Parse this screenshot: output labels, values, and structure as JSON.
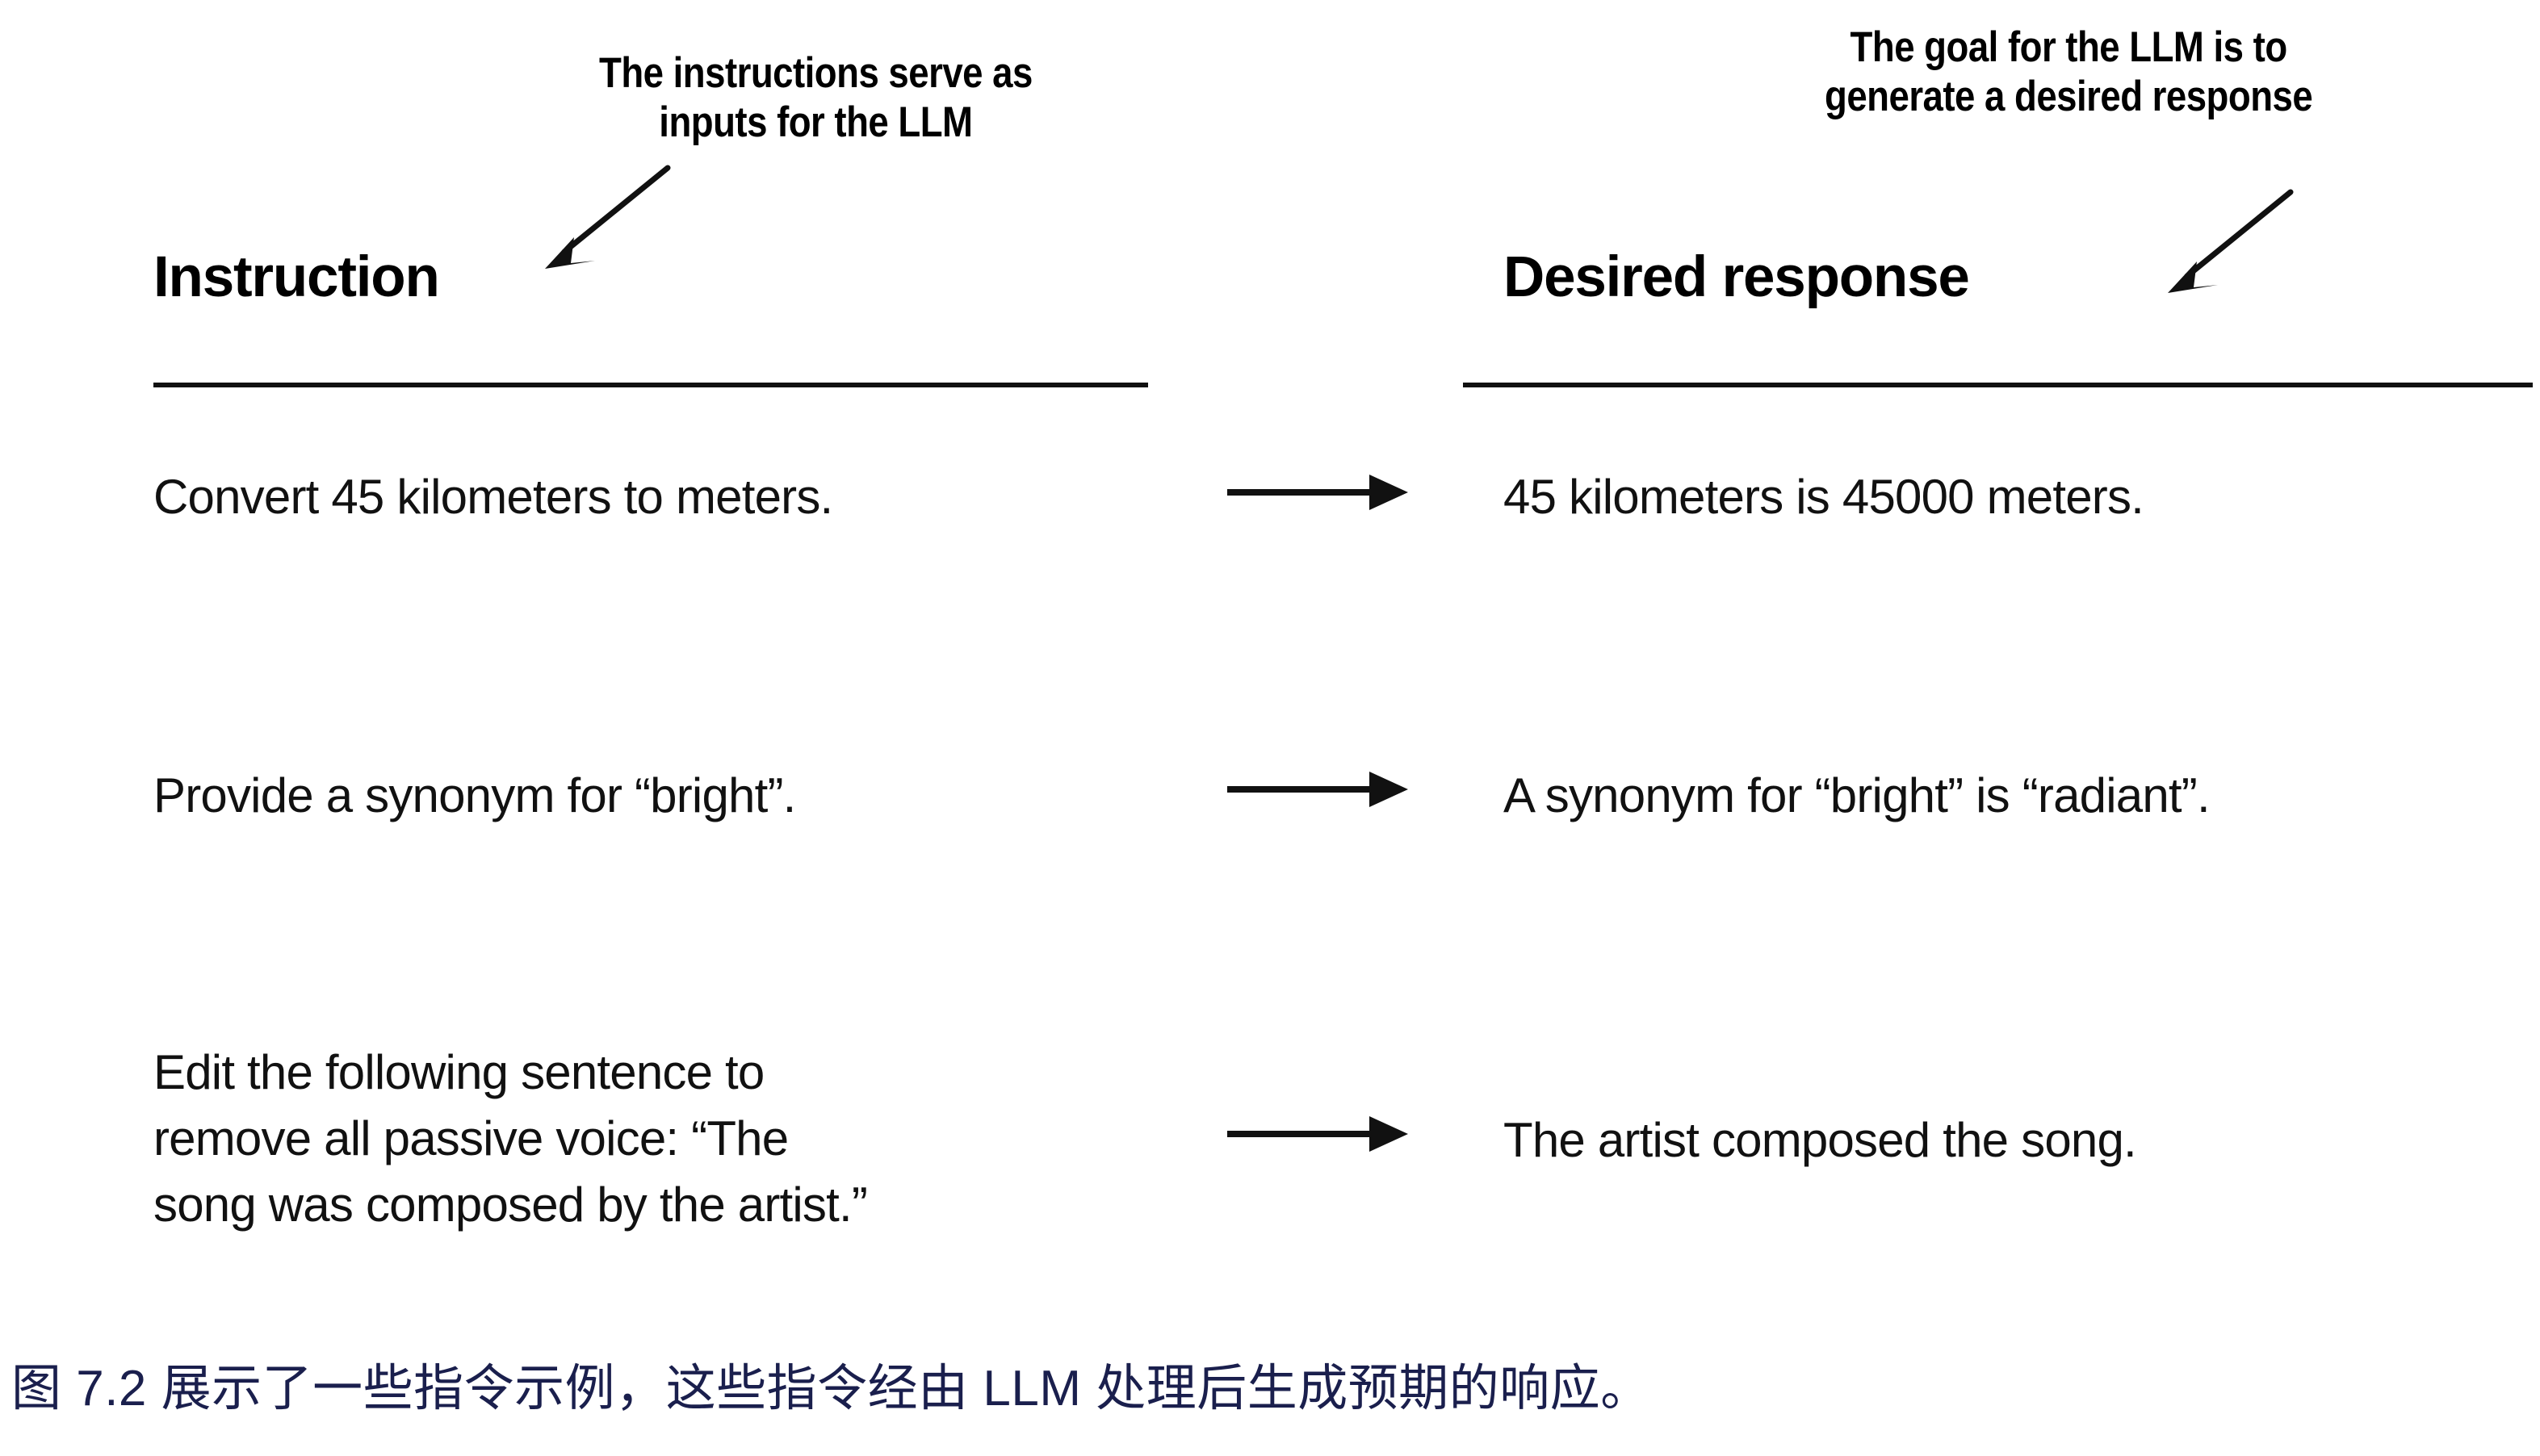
{
  "figure": {
    "background_color": "#ffffff",
    "ink_color": "#111111",
    "caption_color": "#1a1f4d"
  },
  "callouts": {
    "left": {
      "lines": [
        "The instructions serve as",
        "inputs for the LLM"
      ],
      "arrow_icon": "arrow-down-left-icon"
    },
    "right": {
      "lines": [
        "The goal for the LLM is to",
        "generate a desired response"
      ],
      "arrow_icon": "arrow-down-left-icon"
    }
  },
  "columns": {
    "instruction_header": "Instruction",
    "response_header": "Desired response"
  },
  "rows": [
    {
      "instruction": "Convert 45 kilometers to meters.",
      "arrow_icon": "arrow-right-icon",
      "response": "45 kilometers is 45000 meters."
    },
    {
      "instruction": "Provide a synonym for “bright”.",
      "arrow_icon": "arrow-right-icon",
      "response": "A synonym for “bright” is “radiant”."
    },
    {
      "instruction": "Edit the following sentence to\nremove all passive voice: “The\nsong was composed by the artist.”",
      "arrow_icon": "arrow-right-icon",
      "response": "The artist composed the song."
    }
  ],
  "caption": "图 7.2 展示了一些指令示例，这些指令经由 LLM 处理后生成预期的响应。"
}
